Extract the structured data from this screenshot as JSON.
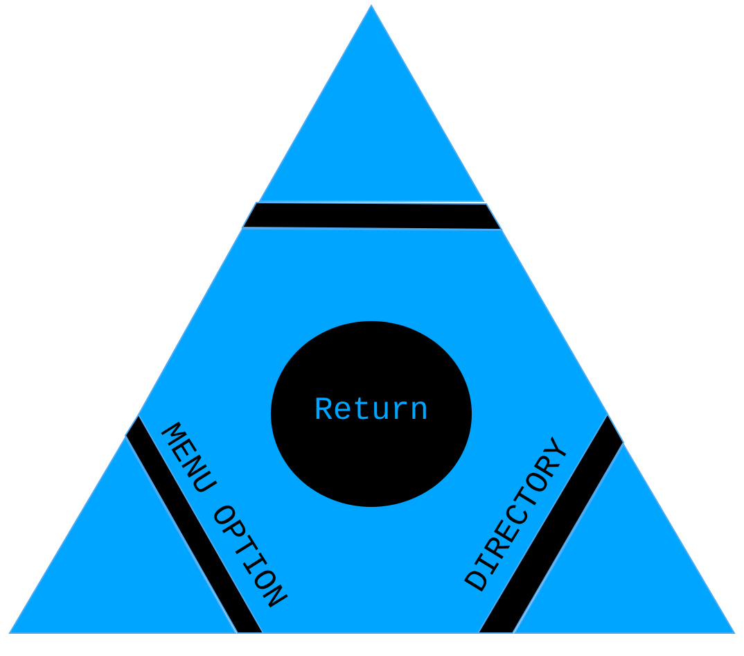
{
  "colors": {
    "segment": "#00a5ff",
    "band": "#000000",
    "outline": "#4aaaf2"
  },
  "center_button": {
    "label": "Return"
  },
  "left_label": {
    "text": "MENU OPTION"
  },
  "right_label": {
    "text": "DIRECTORY"
  }
}
